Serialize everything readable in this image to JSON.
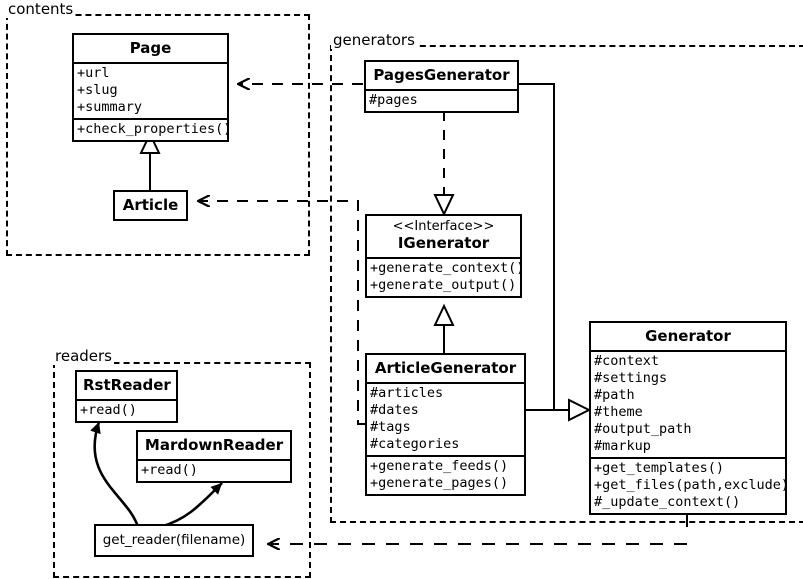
{
  "diagram": {
    "type": "uml-class-diagram",
    "packages": [
      {
        "id": "contents",
        "label": "contents"
      },
      {
        "id": "generators",
        "label": "generators"
      },
      {
        "id": "readers",
        "label": "readers"
      }
    ],
    "classes": {
      "page": {
        "name": "Page",
        "attributes": [
          "+url",
          "+slug",
          "+summary"
        ],
        "methods": [
          "+check_properties()"
        ]
      },
      "article": {
        "name": "Article",
        "attributes": [],
        "methods": []
      },
      "pages_generator": {
        "name": "PagesGenerator",
        "attributes": [
          "#pages"
        ],
        "methods": []
      },
      "igenerator": {
        "stereotype": "<<Interface>>",
        "name": "IGenerator",
        "attributes": [],
        "methods": [
          "+generate_context()",
          "+generate_output()"
        ]
      },
      "article_generator": {
        "name": "ArticleGenerator",
        "attributes": [
          "#articles",
          "#dates",
          "#tags",
          "#categories"
        ],
        "methods": [
          "+generate_feeds()",
          "+generate_pages()"
        ]
      },
      "generator": {
        "name": "Generator",
        "attributes": [
          "#context",
          "#settings",
          "#path",
          "#theme",
          "#output_path",
          "#markup"
        ],
        "methods": [
          "+get_templates()",
          "+get_files(path,exclude)",
          "#_update_context()"
        ]
      },
      "rst_reader": {
        "name": "RstReader",
        "attributes": [],
        "methods": [
          "+read()"
        ]
      },
      "mardown_reader": {
        "name": "MardownReader",
        "attributes": [],
        "methods": [
          "+read()"
        ]
      },
      "get_reader": {
        "name": "get_reader(filename)",
        "attributes": [],
        "methods": []
      }
    },
    "relations": [
      {
        "from": "pages_generator",
        "to": "page",
        "kind": "dependency"
      },
      {
        "from": "article_generator",
        "to": "article",
        "kind": "dependency"
      },
      {
        "from": "pages_generator",
        "to": "igenerator",
        "kind": "realization"
      },
      {
        "from": "article_generator",
        "to": "igenerator",
        "kind": "realization"
      },
      {
        "from": "article",
        "to": "page",
        "kind": "generalization"
      },
      {
        "from": "pages_generator",
        "to": "generator",
        "kind": "aggregation"
      },
      {
        "from": "article_generator",
        "to": "generator",
        "kind": "aggregation"
      },
      {
        "from": "generator",
        "to": "get_reader",
        "kind": "dependency"
      },
      {
        "from": "get_reader",
        "to": "rst_reader",
        "kind": "creates"
      },
      {
        "from": "get_reader",
        "to": "mardown_reader",
        "kind": "creates"
      }
    ],
    "colors": {
      "stroke": "#000000",
      "fill": "#ffffff"
    }
  }
}
